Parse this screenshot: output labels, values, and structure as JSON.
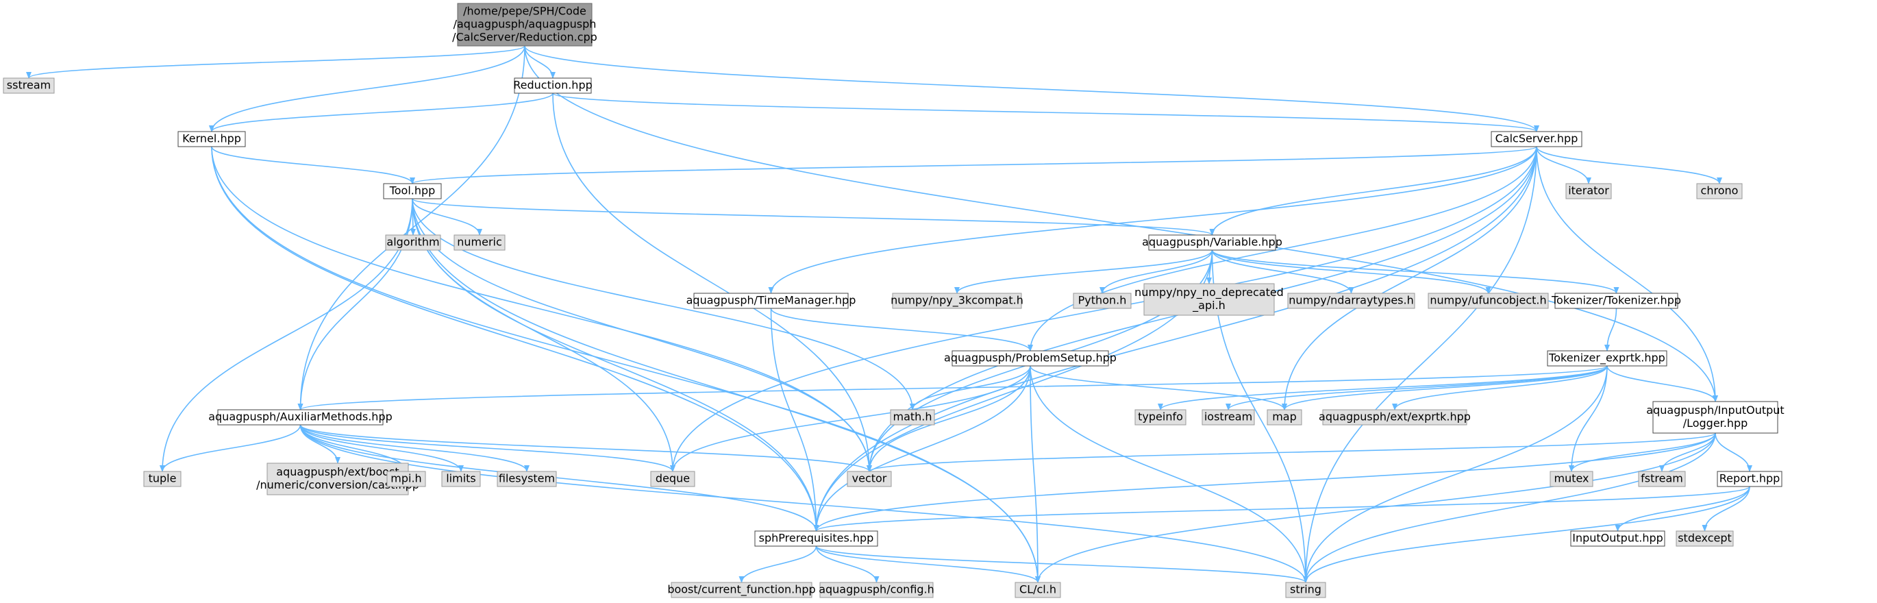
{
  "colors": {
    "edge": "#63b8ff",
    "root_fill": "#999999",
    "root_border": "#666666",
    "project_fill": "#ffffff",
    "project_border": "#444444",
    "system_fill": "#e0e0e0",
    "system_border": "#999999"
  },
  "nodes": [
    {
      "id": "root",
      "kind": "root",
      "lines": [
        "/home/pepe/SPH/Code",
        "/aquagpusph/aquagpusph",
        "/CalcServer/Reduction.cpp"
      ]
    },
    {
      "id": "sstream",
      "kind": "system",
      "lines": [
        "sstream"
      ]
    },
    {
      "id": "reduction_hpp",
      "kind": "project",
      "lines": [
        "Reduction.hpp"
      ]
    },
    {
      "id": "kernel_hpp",
      "kind": "project",
      "lines": [
        "Kernel.hpp"
      ]
    },
    {
      "id": "calcserver_hpp",
      "kind": "project",
      "lines": [
        "CalcServer.hpp"
      ]
    },
    {
      "id": "tool_hpp",
      "kind": "project",
      "lines": [
        "Tool.hpp"
      ]
    },
    {
      "id": "iterator",
      "kind": "system",
      "lines": [
        "iterator"
      ]
    },
    {
      "id": "chrono",
      "kind": "system",
      "lines": [
        "chrono"
      ]
    },
    {
      "id": "algorithm",
      "kind": "system",
      "lines": [
        "algorithm"
      ]
    },
    {
      "id": "numeric",
      "kind": "system",
      "lines": [
        "numeric"
      ]
    },
    {
      "id": "variable_hpp",
      "kind": "project",
      "lines": [
        "aquagpusph/Variable.hpp"
      ]
    },
    {
      "id": "timemanager_hpp",
      "kind": "project",
      "lines": [
        "aquagpusph/TimeManager.hpp"
      ]
    },
    {
      "id": "npy_3kcompat",
      "kind": "system",
      "lines": [
        "numpy/npy_3kcompat.h"
      ]
    },
    {
      "id": "python_h",
      "kind": "system",
      "lines": [
        "Python.h"
      ]
    },
    {
      "id": "npy_no_deprecated",
      "kind": "system",
      "lines": [
        "numpy/npy_no_deprecated",
        "_api.h"
      ]
    },
    {
      "id": "ndarraytypes",
      "kind": "system",
      "lines": [
        "numpy/ndarraytypes.h"
      ]
    },
    {
      "id": "ufuncobject",
      "kind": "system",
      "lines": [
        "numpy/ufuncobject.h"
      ]
    },
    {
      "id": "tokenizer_hpp",
      "kind": "project",
      "lines": [
        "Tokenizer/Tokenizer.hpp"
      ]
    },
    {
      "id": "problemsetup_hpp",
      "kind": "project",
      "lines": [
        "aquagpusph/ProblemSetup.hpp"
      ]
    },
    {
      "id": "tokenizer_exprtk",
      "kind": "project",
      "lines": [
        "Tokenizer_exprtk.hpp"
      ]
    },
    {
      "id": "auxiliar_hpp",
      "kind": "project",
      "lines": [
        "aquagpusph/AuxiliarMethods.hpp"
      ]
    },
    {
      "id": "math_h",
      "kind": "system",
      "lines": [
        "math.h"
      ]
    },
    {
      "id": "typeinfo",
      "kind": "system",
      "lines": [
        "typeinfo"
      ]
    },
    {
      "id": "iostream",
      "kind": "system",
      "lines": [
        "iostream"
      ]
    },
    {
      "id": "map",
      "kind": "system",
      "lines": [
        "map"
      ]
    },
    {
      "id": "exprtk",
      "kind": "system",
      "lines": [
        "aquagpusph/ext/exprtk.hpp"
      ]
    },
    {
      "id": "logger_hpp",
      "kind": "project",
      "lines": [
        "aquagpusph/InputOutput",
        "/Logger.hpp"
      ]
    },
    {
      "id": "tuple",
      "kind": "system",
      "lines": [
        "tuple"
      ]
    },
    {
      "id": "cast_hpp",
      "kind": "system",
      "lines": [
        "aquagpusph/ext/boost",
        "/numeric/conversion/cast.hpp"
      ]
    },
    {
      "id": "mpi_h",
      "kind": "system",
      "lines": [
        "mpi.h"
      ]
    },
    {
      "id": "limits",
      "kind": "system",
      "lines": [
        "limits"
      ]
    },
    {
      "id": "filesystem",
      "kind": "system",
      "lines": [
        "filesystem"
      ]
    },
    {
      "id": "deque",
      "kind": "system",
      "lines": [
        "deque"
      ]
    },
    {
      "id": "vector",
      "kind": "system",
      "lines": [
        "vector"
      ]
    },
    {
      "id": "mutex",
      "kind": "system",
      "lines": [
        "mutex"
      ]
    },
    {
      "id": "fstream",
      "kind": "system",
      "lines": [
        "fstream"
      ]
    },
    {
      "id": "report_hpp",
      "kind": "project",
      "lines": [
        "Report.hpp"
      ]
    },
    {
      "id": "sphprereq_hpp",
      "kind": "project",
      "lines": [
        "sphPrerequisites.hpp"
      ]
    },
    {
      "id": "inputoutput_hpp",
      "kind": "project",
      "lines": [
        "InputOutput.hpp"
      ]
    },
    {
      "id": "stdexcept",
      "kind": "system",
      "lines": [
        "stdexcept"
      ]
    },
    {
      "id": "boost_cf",
      "kind": "system",
      "lines": [
        "boost/current_function.hpp"
      ]
    },
    {
      "id": "config_h",
      "kind": "system",
      "lines": [
        "aquagpusph/config.h"
      ]
    },
    {
      "id": "cl_h",
      "kind": "system",
      "lines": [
        "CL/cl.h"
      ]
    },
    {
      "id": "string",
      "kind": "system",
      "lines": [
        "string"
      ]
    }
  ],
  "edges": [
    [
      "root",
      "sstream"
    ],
    [
      "root",
      "reduction_hpp"
    ],
    [
      "root",
      "kernel_hpp"
    ],
    [
      "root",
      "calcserver_hpp"
    ],
    [
      "root",
      "auxiliar_hpp"
    ],
    [
      "root",
      "logger_hpp"
    ],
    [
      "reduction_hpp",
      "kernel_hpp"
    ],
    [
      "reduction_hpp",
      "calcserver_hpp"
    ],
    [
      "reduction_hpp",
      "vector"
    ],
    [
      "kernel_hpp",
      "tool_hpp"
    ],
    [
      "kernel_hpp",
      "sphprereq_hpp"
    ],
    [
      "kernel_hpp",
      "vector"
    ],
    [
      "kernel_hpp",
      "cl_h"
    ],
    [
      "calcserver_hpp",
      "tool_hpp"
    ],
    [
      "calcserver_hpp",
      "iterator"
    ],
    [
      "calcserver_hpp",
      "chrono"
    ],
    [
      "calcserver_hpp",
      "variable_hpp"
    ],
    [
      "calcserver_hpp",
      "timemanager_hpp"
    ],
    [
      "calcserver_hpp",
      "problemsetup_hpp"
    ],
    [
      "calcserver_hpp",
      "sphprereq_hpp"
    ],
    [
      "calcserver_hpp",
      "deque"
    ],
    [
      "calcserver_hpp",
      "vector"
    ],
    [
      "calcserver_hpp",
      "map"
    ],
    [
      "calcserver_hpp",
      "string"
    ],
    [
      "calcserver_hpp",
      "logger_hpp"
    ],
    [
      "tool_hpp",
      "algorithm"
    ],
    [
      "tool_hpp",
      "numeric"
    ],
    [
      "tool_hpp",
      "variable_hpp"
    ],
    [
      "tool_hpp",
      "auxiliar_hpp"
    ],
    [
      "tool_hpp",
      "tuple"
    ],
    [
      "tool_hpp",
      "deque"
    ],
    [
      "tool_hpp",
      "vector"
    ],
    [
      "tool_hpp",
      "math_h"
    ],
    [
      "tool_hpp",
      "sphprereq_hpp"
    ],
    [
      "tool_hpp",
      "cl_h"
    ],
    [
      "variable_hpp",
      "npy_3kcompat"
    ],
    [
      "variable_hpp",
      "python_h"
    ],
    [
      "variable_hpp",
      "npy_no_deprecated"
    ],
    [
      "variable_hpp",
      "ndarraytypes"
    ],
    [
      "variable_hpp",
      "ufuncobject"
    ],
    [
      "variable_hpp",
      "tokenizer_hpp"
    ],
    [
      "variable_hpp",
      "vector"
    ],
    [
      "variable_hpp",
      "sphprereq_hpp"
    ],
    [
      "variable_hpp",
      "string"
    ],
    [
      "timemanager_hpp",
      "problemsetup_hpp"
    ],
    [
      "timemanager_hpp",
      "sphprereq_hpp"
    ],
    [
      "tokenizer_hpp",
      "tokenizer_exprtk"
    ],
    [
      "tokenizer_exprtk",
      "auxiliar_hpp"
    ],
    [
      "tokenizer_exprtk",
      "typeinfo"
    ],
    [
      "tokenizer_exprtk",
      "iostream"
    ],
    [
      "tokenizer_exprtk",
      "map"
    ],
    [
      "tokenizer_exprtk",
      "exprtk"
    ],
    [
      "tokenizer_exprtk",
      "logger_hpp"
    ],
    [
      "tokenizer_exprtk",
      "mutex"
    ],
    [
      "tokenizer_exprtk",
      "string"
    ],
    [
      "problemsetup_hpp",
      "math_h"
    ],
    [
      "problemsetup_hpp",
      "vector"
    ],
    [
      "problemsetup_hpp",
      "deque"
    ],
    [
      "problemsetup_hpp",
      "map"
    ],
    [
      "problemsetup_hpp",
      "sphprereq_hpp"
    ],
    [
      "problemsetup_hpp",
      "cl_h"
    ],
    [
      "problemsetup_hpp",
      "string"
    ],
    [
      "auxiliar_hpp",
      "tuple"
    ],
    [
      "auxiliar_hpp",
      "cast_hpp"
    ],
    [
      "auxiliar_hpp",
      "mpi_h"
    ],
    [
      "auxiliar_hpp",
      "limits"
    ],
    [
      "auxiliar_hpp",
      "filesystem"
    ],
    [
      "auxiliar_hpp",
      "deque"
    ],
    [
      "auxiliar_hpp",
      "vector"
    ],
    [
      "auxiliar_hpp",
      "sphprereq_hpp"
    ],
    [
      "auxiliar_hpp",
      "string"
    ],
    [
      "logger_hpp",
      "vector"
    ],
    [
      "logger_hpp",
      "mutex"
    ],
    [
      "logger_hpp",
      "fstream"
    ],
    [
      "logger_hpp",
      "report_hpp"
    ],
    [
      "logger_hpp",
      "sphprereq_hpp"
    ],
    [
      "logger_hpp",
      "cl_h"
    ],
    [
      "logger_hpp",
      "string"
    ],
    [
      "report_hpp",
      "sphprereq_hpp"
    ],
    [
      "report_hpp",
      "inputoutput_hpp"
    ],
    [
      "report_hpp",
      "stdexcept"
    ],
    [
      "report_hpp",
      "string"
    ],
    [
      "sphprereq_hpp",
      "boost_cf"
    ],
    [
      "sphprereq_hpp",
      "config_h"
    ],
    [
      "sphprereq_hpp",
      "cl_h"
    ],
    [
      "sphprereq_hpp",
      "string"
    ]
  ]
}
